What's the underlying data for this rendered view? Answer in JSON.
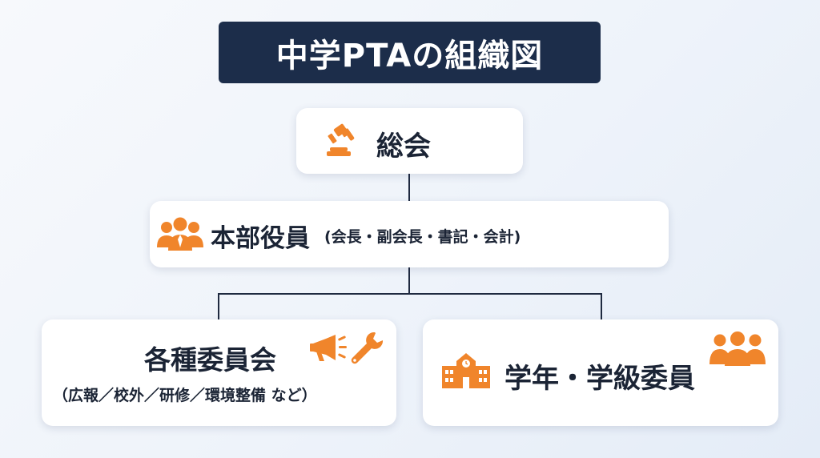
{
  "title": "中学PTAの組織図",
  "colors": {
    "navy": "#1c2d4a",
    "accent": "#f0852b",
    "line": "#1f2a40"
  },
  "nodes": {
    "general_assembly": {
      "label": "総会",
      "icon": "gavel-icon"
    },
    "executive": {
      "label": "本部役員",
      "detail": "(会長・副会長・書記・会計)",
      "icon": "people-group-icon"
    },
    "committees": {
      "label": "各種委員会",
      "detail": "（広報／校外／研修／環境整備 など）",
      "icons": [
        "megaphone-icon",
        "wrench-icon"
      ]
    },
    "grade_class": {
      "label": "学年・学級委員",
      "icons": [
        "school-building-icon",
        "people-group-icon"
      ]
    }
  }
}
